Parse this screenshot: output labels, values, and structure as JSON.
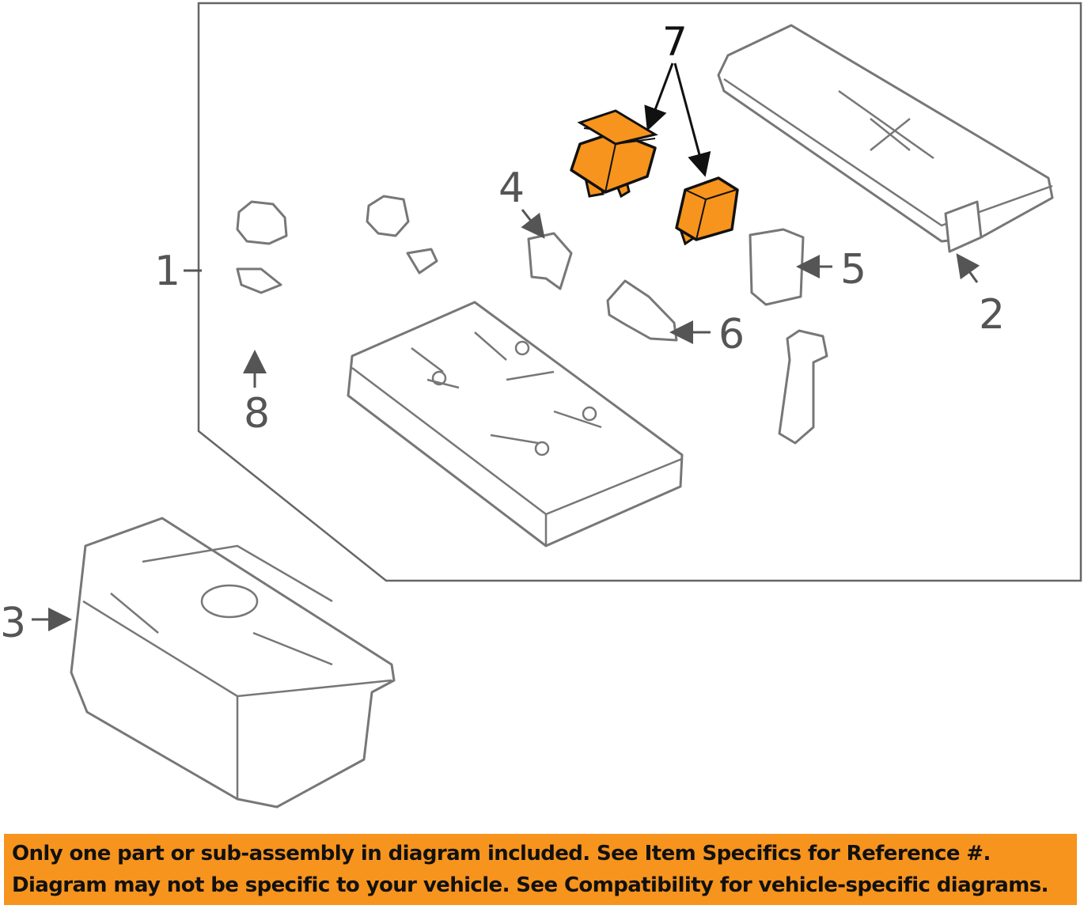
{
  "diagram": {
    "callouts": [
      "1",
      "2",
      "3",
      "4",
      "5",
      "6",
      "7",
      "8"
    ],
    "highlight_color": "#f7941d"
  },
  "banner": {
    "line1": "Only one part or sub-assembly in diagram included. See Item Specifics for Reference #.",
    "line2": "Diagram may not be specific to your vehicle. See Compatibility for vehicle-specific diagrams.",
    "color": "#f7941d"
  }
}
